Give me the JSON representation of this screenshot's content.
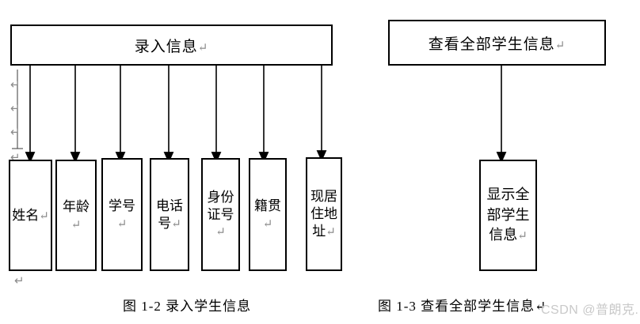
{
  "page": {
    "background": "#ffffff",
    "line_color": "#000000",
    "return_glyph": "↵",
    "return_glyph_color": "#8a8a8a"
  },
  "diagram_left": {
    "caption": "图  1-2  录入学生信息",
    "root": {
      "label": "录入信息↵",
      "text": "录入信息"
    },
    "children": [
      {
        "text": "姓名",
        "label": "姓名↵"
      },
      {
        "text": "年龄",
        "label": "年龄↵"
      },
      {
        "text": "学号",
        "label": "学号↵"
      },
      {
        "text": "电话号",
        "label": "电话号↵"
      },
      {
        "text": "身份证号",
        "label": "身份证号↵"
      },
      {
        "text": "籍贯",
        "label": "籍贯↵"
      },
      {
        "text": "现居住地址",
        "label": "现居住地址↵"
      }
    ],
    "stray_returns": [
      "↵",
      "↵",
      "↵",
      "↵"
    ]
  },
  "diagram_right": {
    "caption": "图 1-3  查看全部学生信息↵",
    "root": {
      "label": "查看全部学生信息↵",
      "text": "查看全部学生信息"
    },
    "children": [
      {
        "text": "显示全部学生信息",
        "label": "显示全部学生信息↵"
      }
    ]
  },
  "watermark": {
    "text": "CSDN @普朗克."
  }
}
